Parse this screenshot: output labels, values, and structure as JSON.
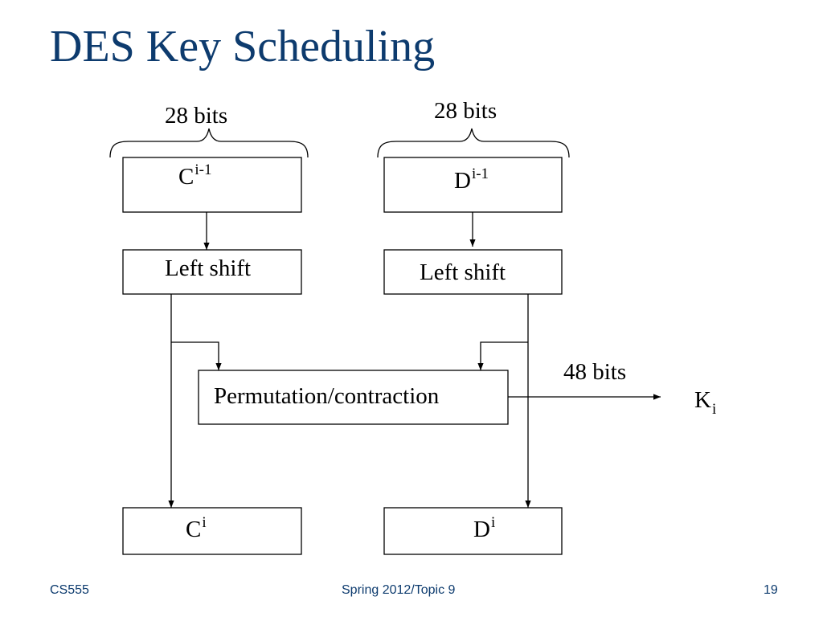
{
  "title": "DES Key Scheduling",
  "diagram": {
    "left_bits": "28 bits",
    "right_bits": "28 bits",
    "c_prev": {
      "base": "C",
      "sup": "i-1"
    },
    "d_prev": {
      "base": "D",
      "sup": "i-1"
    },
    "left_shift_c": "Left shift",
    "left_shift_d": "Left shift",
    "permutation": "Permutation/contraction",
    "output_bits": "48 bits",
    "key": {
      "base": "K",
      "sub": "i"
    },
    "c_next": {
      "base": "C",
      "sup": "i"
    },
    "d_next": {
      "base": "D",
      "sup": "i"
    }
  },
  "footer": {
    "course": "CS555",
    "term": "Spring 2012/Topic 9",
    "page": "19"
  }
}
